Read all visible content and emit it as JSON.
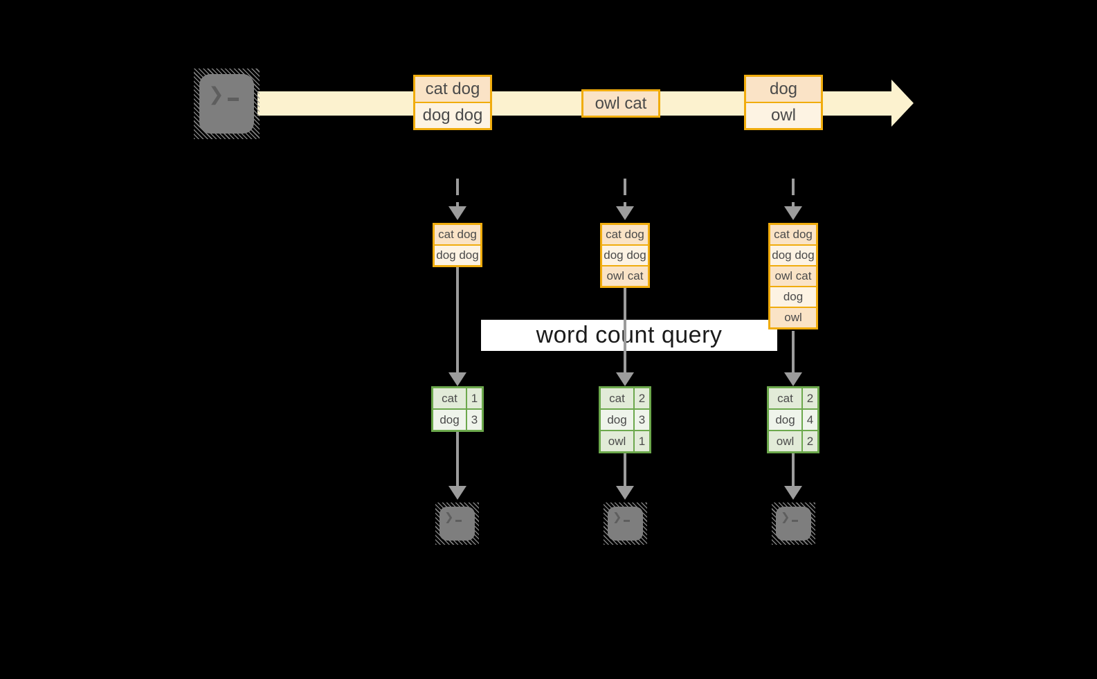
{
  "colors": {
    "background": "#000000",
    "stream_band": "#FCF2CF",
    "box_border": "#F0AC0D",
    "row_dark": "#FAE3C6",
    "row_light": "#FDF3E3",
    "table_border": "#6CA84C",
    "table_row_dark": "#E2EBD8",
    "table_row_light": "#EFF4EB",
    "arrow_gray": "#9C9C9C",
    "terminal_gray": "#7E7E7E"
  },
  "icons": {
    "source": "terminal-icon",
    "sink": "terminal-icon",
    "prompt_chevron": "❯"
  },
  "stream": {
    "batches": [
      {
        "rows": [
          "cat dog",
          "dog dog"
        ]
      },
      {
        "rows": [
          "owl cat"
        ]
      },
      {
        "rows": [
          "dog",
          "owl"
        ]
      }
    ]
  },
  "query": {
    "label": "word count query"
  },
  "columns": [
    {
      "accumulated": [
        "cat dog",
        "dog dog"
      ],
      "counts": [
        {
          "word": "cat",
          "count": "1"
        },
        {
          "word": "dog",
          "count": "3"
        }
      ]
    },
    {
      "accumulated": [
        "cat dog",
        "dog dog",
        "owl cat"
      ],
      "counts": [
        {
          "word": "cat",
          "count": "2"
        },
        {
          "word": "dog",
          "count": "3"
        },
        {
          "word": "owl",
          "count": "1"
        }
      ]
    },
    {
      "accumulated": [
        "cat dog",
        "dog dog",
        "owl cat",
        "dog",
        "owl"
      ],
      "counts": [
        {
          "word": "cat",
          "count": "2"
        },
        {
          "word": "dog",
          "count": "4"
        },
        {
          "word": "owl",
          "count": "2"
        }
      ]
    }
  ]
}
